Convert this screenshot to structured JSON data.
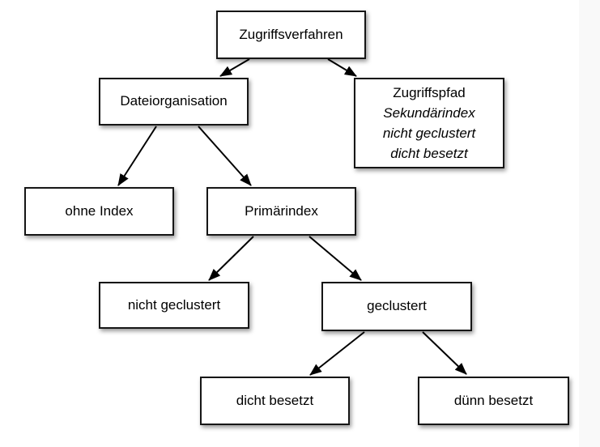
{
  "slide": {
    "language": "de",
    "background_color": "#ffffff",
    "right_strip_color": "#f9f9f9",
    "box_border_color": "#161616",
    "box_background_color": "#ffffff",
    "arrow_color": "#000000",
    "text_color": "#000000"
  },
  "nodes": {
    "zugriffsverfahren": {
      "label": "Zugriffsverfahren"
    },
    "dateiorganisation": {
      "label": "Dateiorganisation"
    },
    "zugriffspfad": {
      "line1": "Zugriffspfad",
      "line2": "Sekundärindex",
      "line3": "nicht geclustert",
      "line4": "dicht besetzt",
      "line1_style": "regular",
      "lines_2_4_style": "italic"
    },
    "ohne_index": {
      "label": "ohne Index"
    },
    "primaerindex": {
      "label": "Primärindex"
    },
    "nicht_geclustert": {
      "label": "nicht geclustert"
    },
    "geclustert": {
      "label": "geclustert"
    },
    "dicht_besetzt": {
      "label": "dicht besetzt"
    },
    "duenn_besetzt": {
      "label": "dünn besetzt"
    }
  },
  "edges": [
    {
      "from": "zugriffsverfahren",
      "to": "dateiorganisation"
    },
    {
      "from": "zugriffsverfahren",
      "to": "zugriffspfad"
    },
    {
      "from": "dateiorganisation",
      "to": "ohne_index"
    },
    {
      "from": "dateiorganisation",
      "to": "primaerindex"
    },
    {
      "from": "primaerindex",
      "to": "nicht_geclustert"
    },
    {
      "from": "primaerindex",
      "to": "geclustert"
    },
    {
      "from": "geclustert",
      "to": "dicht_besetzt"
    },
    {
      "from": "geclustert",
      "to": "duenn_besetzt"
    }
  ]
}
